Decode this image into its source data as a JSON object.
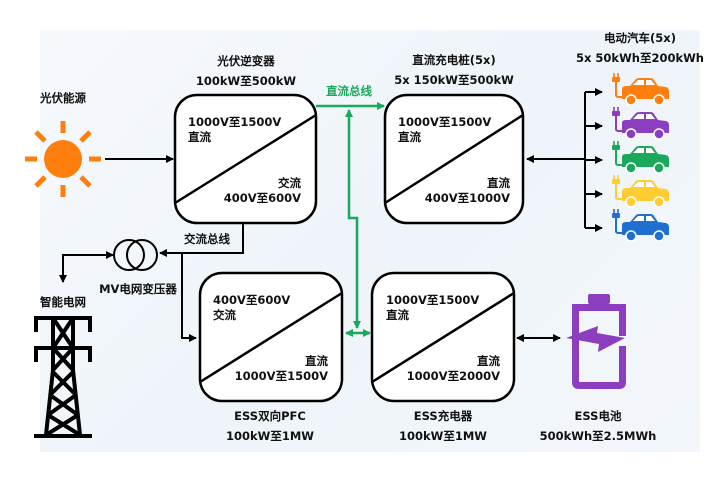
{
  "colors": {
    "dc_bus": "#1aa85b",
    "sun": "#ff7f0e",
    "battery": "#8b3fc0",
    "line": "#000000",
    "cars": [
      "#ff7f0e",
      "#8b3fc0",
      "#1aa85b",
      "#ffcc33",
      "#1f6fd1"
    ]
  },
  "pv_source": {
    "title": "光伏能源",
    "icon": "sun-icon"
  },
  "pv_inverter": {
    "title": "光伏逆变器",
    "rating": "100kW至500kW",
    "in_voltage": "1000V至1500V",
    "in_type": "直流",
    "out_type": "交流",
    "out_voltage": "400V至600V"
  },
  "dc_bus_label": "直流总线",
  "ac_bus_label": "交流总线",
  "dc_charger": {
    "title": "直流充电桩(5x)",
    "rating": "5x 150kW至500kW",
    "in_voltage": "1000V至1500V",
    "in_type": "直流",
    "out_type": "直流",
    "out_voltage": "400V至1000V"
  },
  "ev": {
    "title": "电动汽车(5x)",
    "rating": "5x 50kWh至200kWh",
    "icon": "electric-car-icon",
    "count": 5
  },
  "transformer": {
    "label": "MV电网变压器",
    "icon": "transformer-icon"
  },
  "smart_grid": {
    "label": "智能电网",
    "icon": "power-tower-icon"
  },
  "ess_pfc": {
    "title": "ESS双向PFC",
    "rating": "100kW至1MW",
    "in_voltage": "400V至600V",
    "in_type": "交流",
    "out_type": "直流",
    "out_voltage": "1000V至1500V"
  },
  "ess_charger": {
    "title": "ESS充电器",
    "rating": "100kW至1MW",
    "in_voltage": "1000V至1500V",
    "in_type": "直流",
    "out_type": "直流",
    "out_voltage": "1000V至2000V"
  },
  "ess_battery": {
    "title": "ESS电池",
    "rating": "500kWh至2.5MWh",
    "icon": "battery-charging-icon"
  }
}
